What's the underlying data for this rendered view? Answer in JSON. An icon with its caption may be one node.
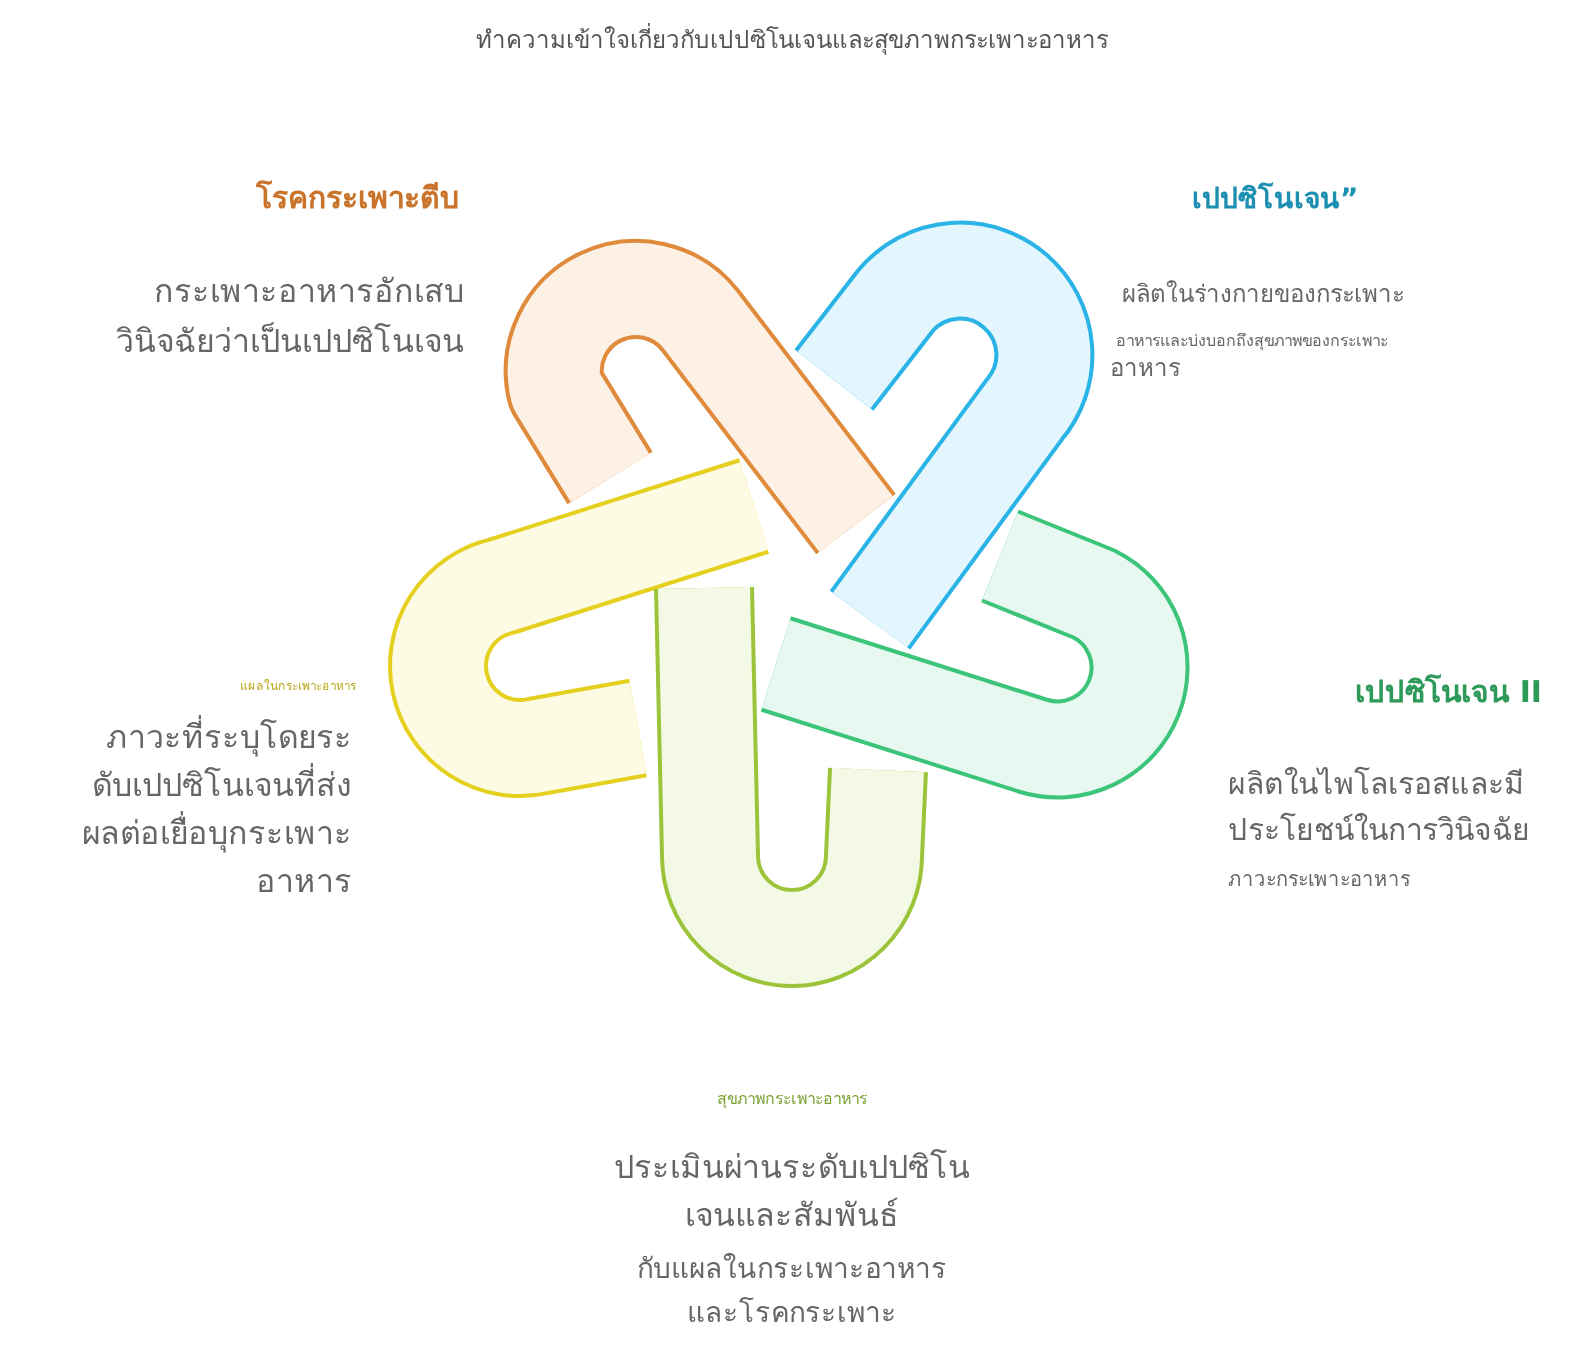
{
  "diagram": {
    "title": "ทำความเข้าใจเกี่ยวกับเปปซิโนเจนและสุขภาพกระเพาะอาหาร",
    "labels": [
      "โรคกระเพาะตีบ",
      "กระเพาะอาหารอักเสบวินิจฉัยว่าเป็นเปปซิโนเจน",
      "เปปซิโนเจน”",
      "ผลิตในร่างกายของกระเพาะ",
      "อาหารและบ่งบอกถึงสุขภาพของกระเพาะ",
      "อาหาร",
      "เปปซิโนเจน II",
      "ผลิตในไพโลเรอสและมีประโยชน์ในการวินิจฉัย",
      "ภาวะกระเพาะอาหาร",
      "แผลในกระเพาะอาหาร",
      "ภาวะที่ระบุโดยระดับเปปซิโนเจนที่ส่งผลต่อเยื่อบุกระเพาะอาหาร",
      "สุขภาพกระเพาะอาหาร",
      "ประเมินผ่านระดับเปปซิโนเจนและสัมพันธ์",
      "กับแผลในกระเพาะอาหารและโรคกระเพาะ"
    ]
  }
}
